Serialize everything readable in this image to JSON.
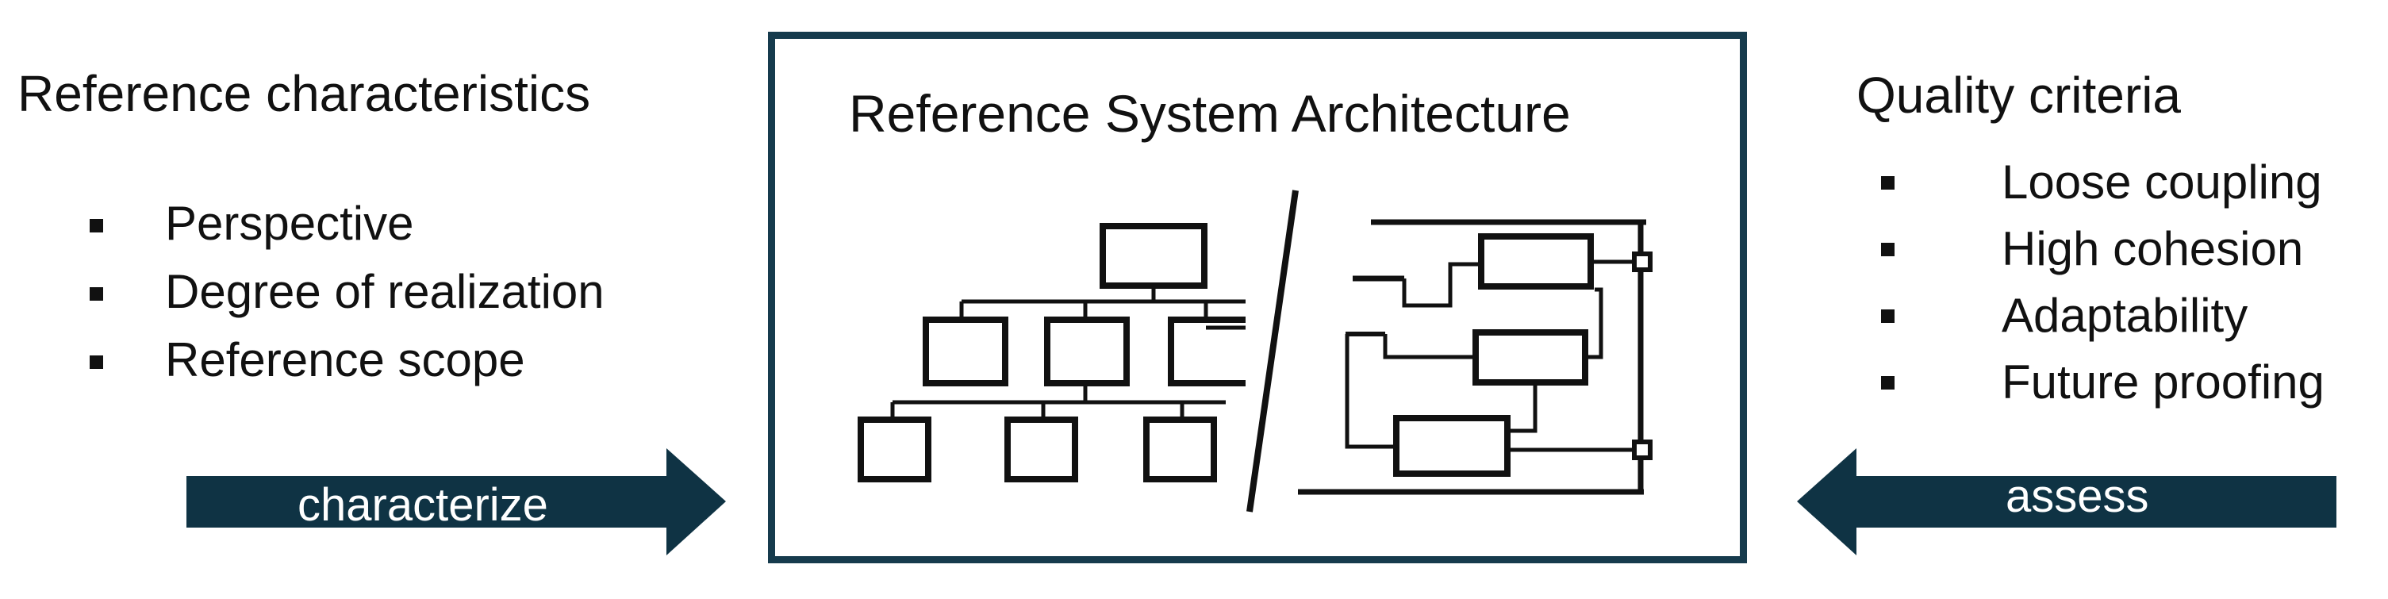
{
  "left": {
    "heading": "Reference characteristics",
    "items": [
      "Perspective",
      "Degree of realization",
      "Reference scope"
    ],
    "arrow_label": "characterize"
  },
  "center": {
    "title": "Reference System Architecture"
  },
  "right": {
    "heading": "Quality criteria",
    "items": [
      "Loose coupling",
      "High cohesion",
      "Adaptability",
      "Future proofing"
    ],
    "arrow_label": "assess"
  },
  "colors": {
    "arrow_fill": "#0f3344",
    "box_border": "#163b4d",
    "line": "#111111"
  }
}
